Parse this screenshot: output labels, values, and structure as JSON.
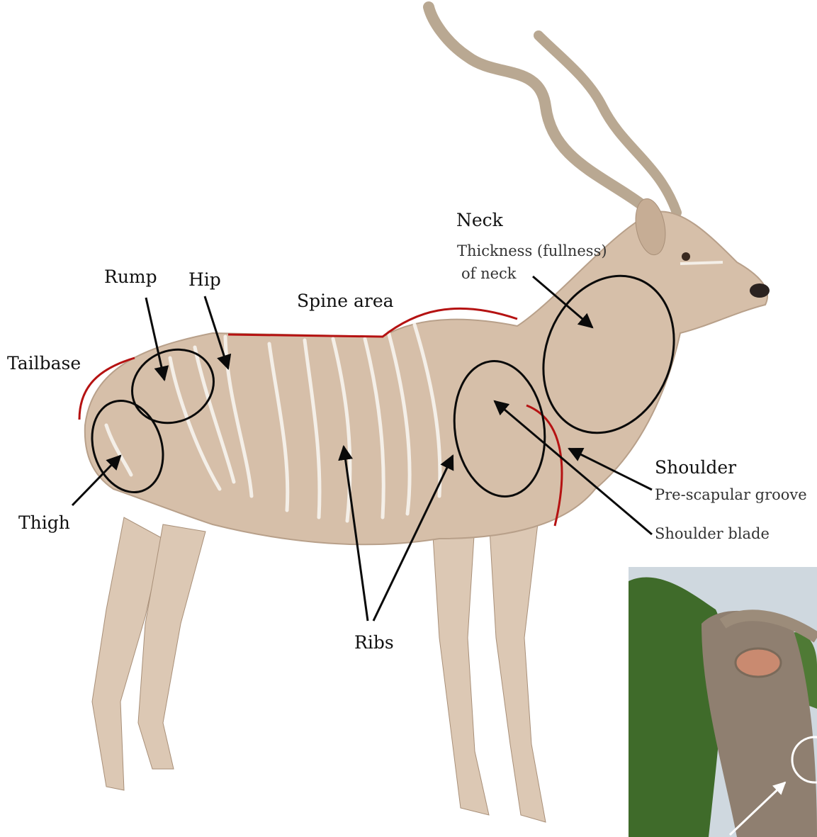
{
  "labels": {
    "neck": "Neck",
    "neck_desc_1": "Thickness (fullness)",
    "neck_desc_2": "of neck",
    "rump": "Rump",
    "hip": "Hip",
    "spine": "Spine area",
    "tailbase": "Tailbase",
    "thigh": "Thigh",
    "shoulder": "Shoulder",
    "pre_scapular": "Pre-scapular groove",
    "shoulder_blade": "Shoulder blade",
    "ribs": "Ribs"
  },
  "colors": {
    "outline": "#0a0a0a",
    "highlight": "#b51212",
    "coat": "#d6bfa9",
    "coat_shade": "#b8a08a",
    "stripe": "#f4efe8",
    "foliage": "#3f6b2a",
    "sky": "#cfd8df",
    "inset_arrow": "#ffffff"
  }
}
